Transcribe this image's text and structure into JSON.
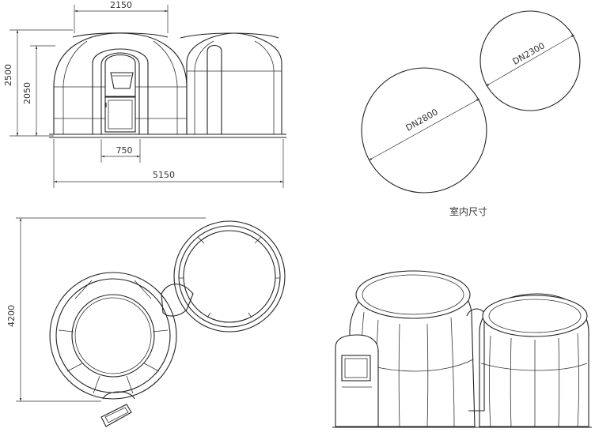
{
  "front_view": {
    "width_top": "2150",
    "height_total": "2500",
    "height_wall": "2050",
    "door_width": "750",
    "width_total": "5150"
  },
  "circles": {
    "large_dn": "DN2800",
    "small_dn": "DN2300",
    "caption": "室内尺寸"
  },
  "plan_view": {
    "height": "4200"
  }
}
